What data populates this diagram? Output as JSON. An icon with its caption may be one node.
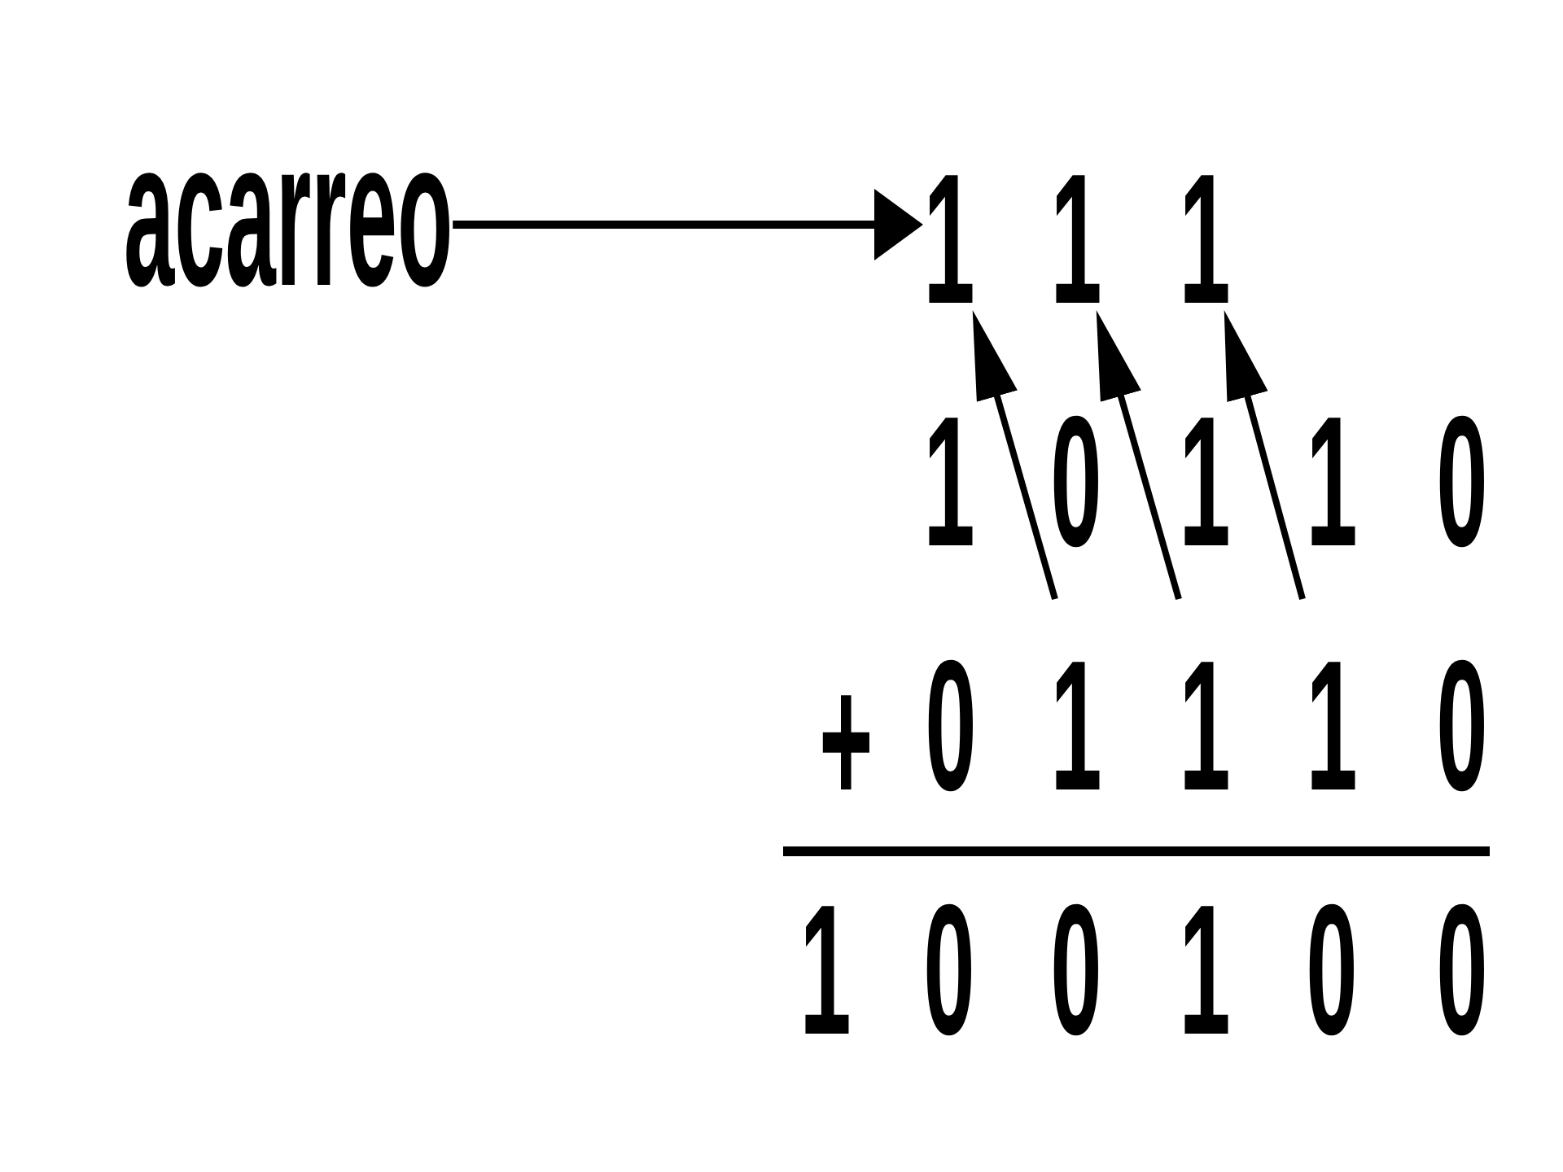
{
  "diagram": {
    "nodes": [
      {
        "text": [
          "acarreo"
        ]
      },
      {
        "text": [
          "1"
        ]
      },
      {
        "text": [
          "1"
        ]
      },
      {
        "text": [
          "1"
        ]
      }
    ],
    "edges": [
      {
        "from": 0,
        "to": 1,
        "arrow": "to"
      },
      {
        "from": null,
        "to": 1,
        "arrow": "to"
      },
      {
        "from": null,
        "to": 2,
        "arrow": "to"
      },
      {
        "from": null,
        "to": 3,
        "arrow": "to"
      }
    ],
    "labels": [
      "1",
      "0",
      "1",
      "1",
      "0",
      "+",
      "0",
      "1",
      "1",
      "1",
      "0",
      "1",
      "0",
      "0",
      "1",
      "0",
      "0"
    ]
  }
}
